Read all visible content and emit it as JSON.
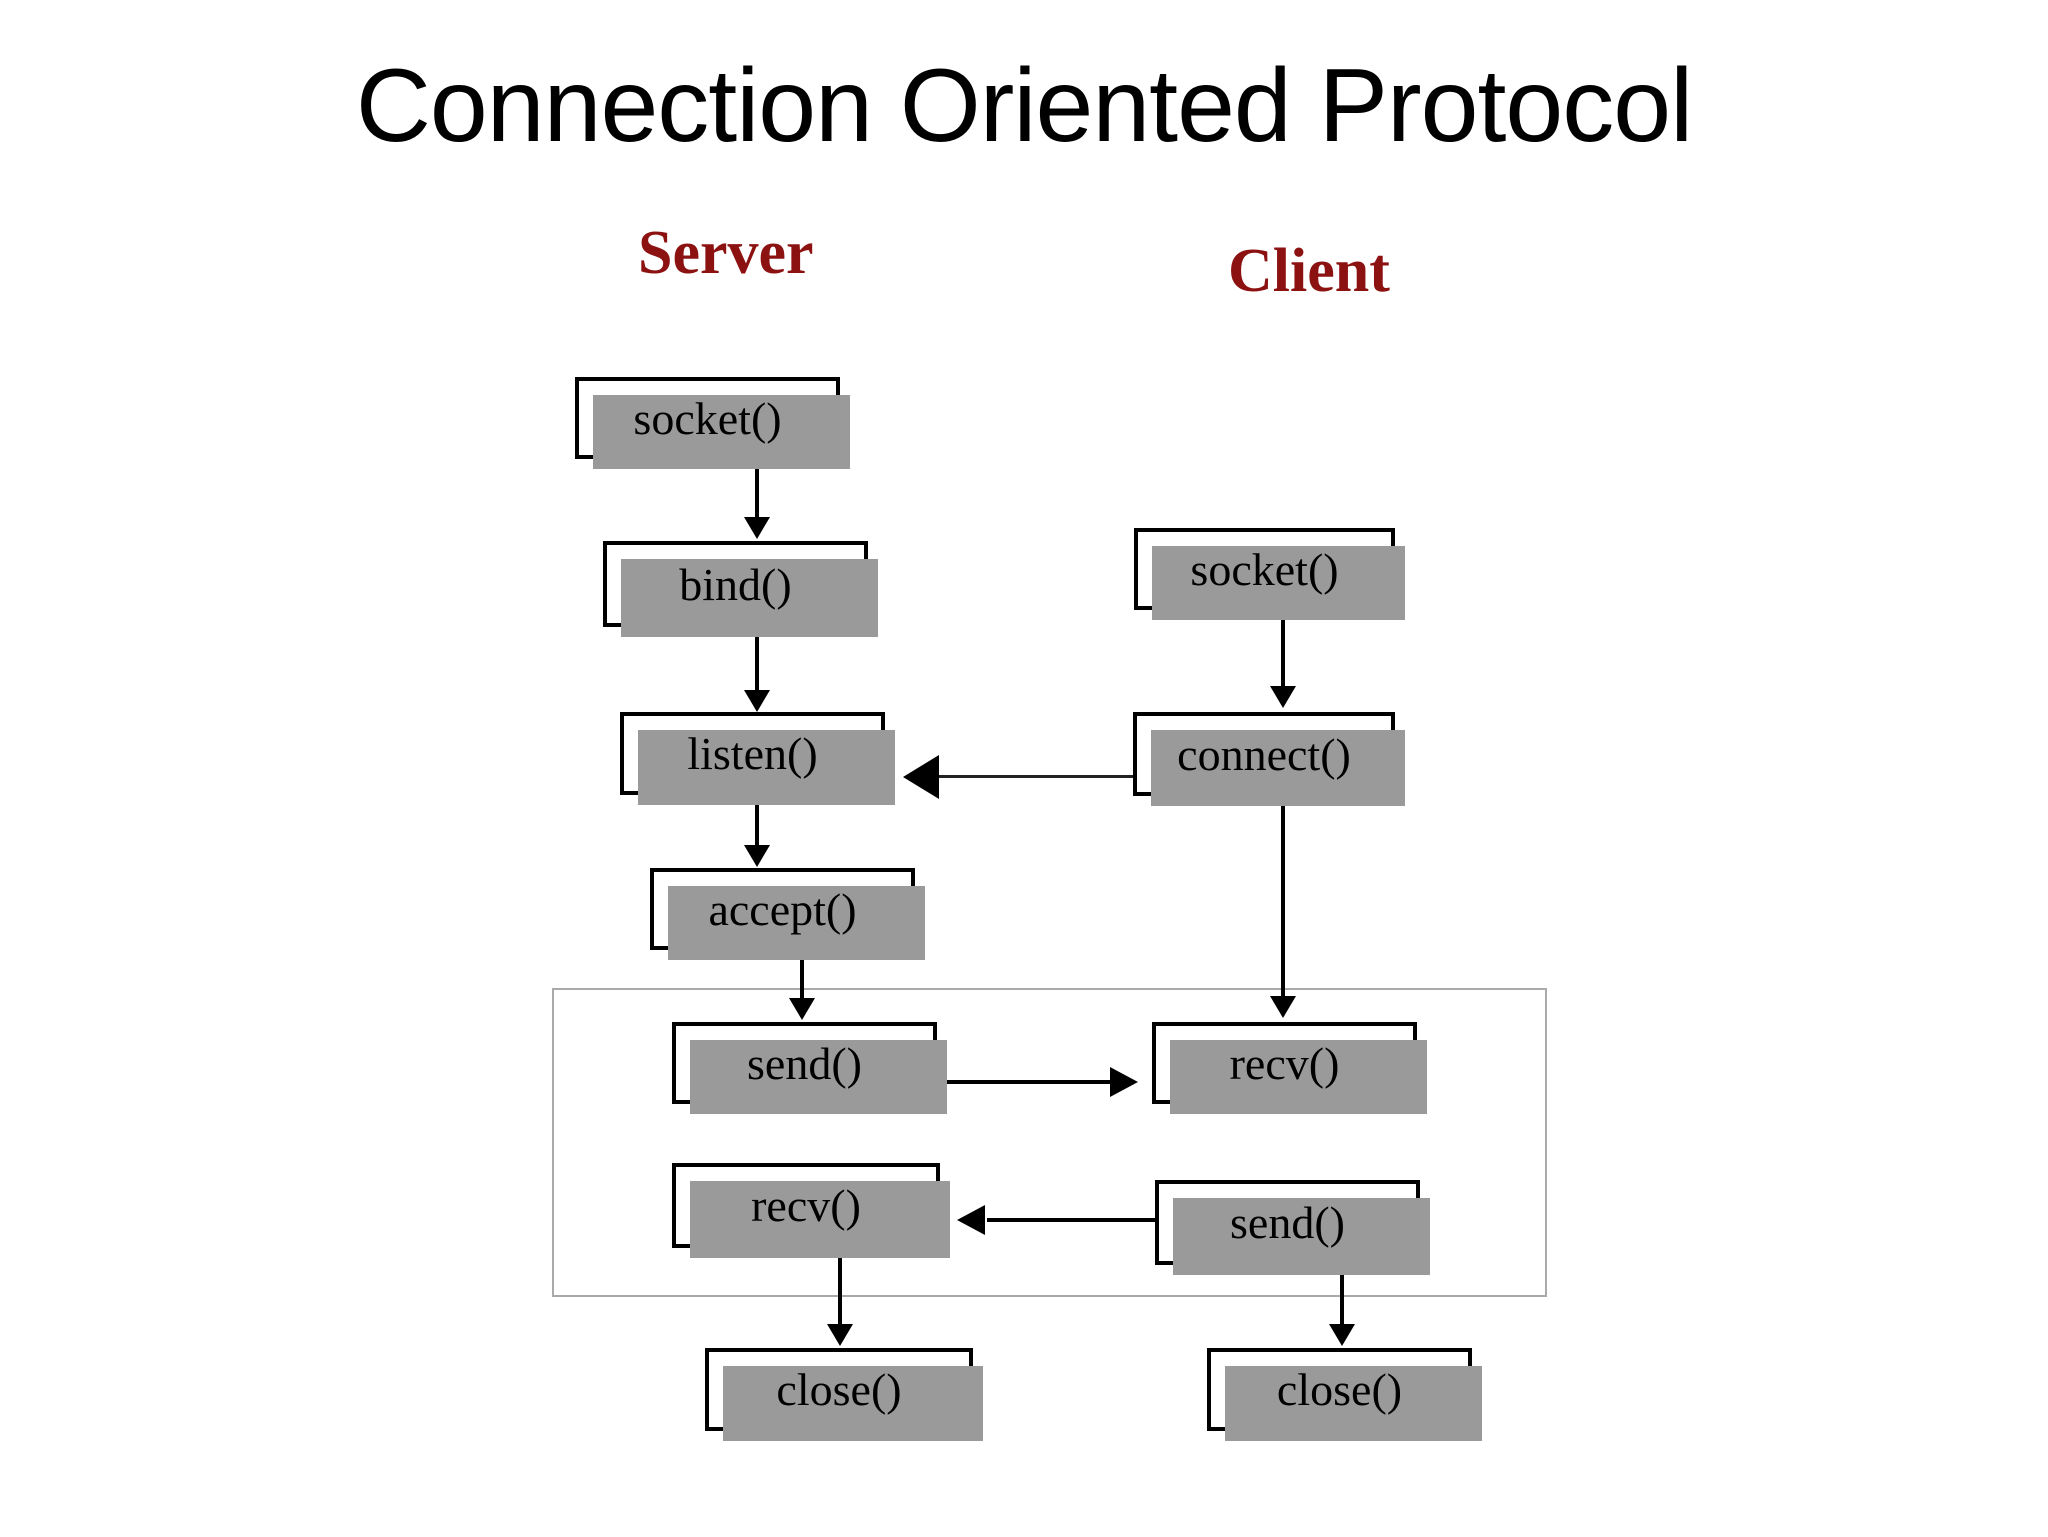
{
  "slide": {
    "title": "Connection Oriented Protocol",
    "background_color": "#FFFFFF",
    "heading_color": "#8C1111"
  },
  "columns": {
    "server_label": "Server",
    "client_label": "Client"
  },
  "nodes": {
    "server_socket": "socket()",
    "server_bind": "bind()",
    "server_listen": "listen()",
    "server_accept": "accept()",
    "server_send": "send()",
    "server_recv": "recv()",
    "server_close": "close()",
    "client_socket": "socket()",
    "client_connect": "connect()",
    "client_recv": "recv()",
    "client_send": "send()",
    "client_close": "close()"
  },
  "flow": {
    "server_sequence": [
      "socket()",
      "bind()",
      "listen()",
      "accept()",
      "send()",
      "recv()",
      "close()"
    ],
    "client_sequence": [
      "socket()",
      "connect()",
      "recv()",
      "send()",
      "close()"
    ],
    "cross_links": [
      {
        "from": "client connect()",
        "to": "server listen()",
        "direction": "right-to-left"
      },
      {
        "from": "server send()",
        "to": "client recv()",
        "direction": "left-to-right"
      },
      {
        "from": "client send()",
        "to": "server recv()",
        "direction": "right-to-left"
      }
    ]
  }
}
